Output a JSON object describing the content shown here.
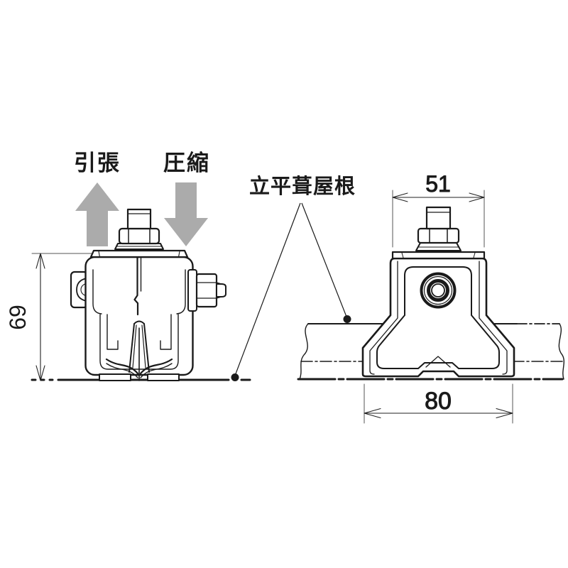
{
  "labels": {
    "tension": "引張",
    "compression": "圧縮",
    "roof": "立平葺屋根"
  },
  "dimensions": {
    "height": "69",
    "top_width": "51",
    "base_width": "80"
  },
  "icons": {
    "up_arrow": "tension-direction-arrow",
    "down_arrow": "compression-direction-arrow"
  },
  "colors": {
    "line": "#1a1a1a",
    "thin_line": "#555555",
    "arrow_gray": "#ababab",
    "background": "#ffffff"
  }
}
